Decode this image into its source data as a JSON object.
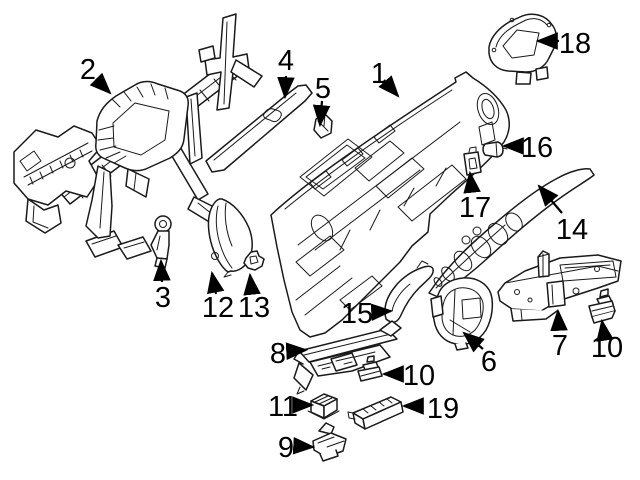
{
  "document": {
    "kind": "exploded parts diagram",
    "subject": "instrument panel assembly",
    "background_color": "#ffffff",
    "line_color": "#1a1a1a",
    "label_color": "#000000"
  },
  "callouts": [
    {
      "id": "1",
      "label": "1"
    },
    {
      "id": "2",
      "label": "2"
    },
    {
      "id": "3",
      "label": "3"
    },
    {
      "id": "4",
      "label": "4"
    },
    {
      "id": "5",
      "label": "5"
    },
    {
      "id": "6",
      "label": "6"
    },
    {
      "id": "7",
      "label": "7"
    },
    {
      "id": "8",
      "label": "8"
    },
    {
      "id": "9",
      "label": "9"
    },
    {
      "id": "10-left",
      "label": "10"
    },
    {
      "id": "10-right",
      "label": "10"
    },
    {
      "id": "11",
      "label": "11"
    },
    {
      "id": "12",
      "label": "12"
    },
    {
      "id": "13",
      "label": "13"
    },
    {
      "id": "14",
      "label": "14"
    },
    {
      "id": "15",
      "label": "15"
    },
    {
      "id": "16",
      "label": "16"
    },
    {
      "id": "17",
      "label": "17"
    },
    {
      "id": "18",
      "label": "18"
    },
    {
      "id": "19",
      "label": "19"
    }
  ]
}
